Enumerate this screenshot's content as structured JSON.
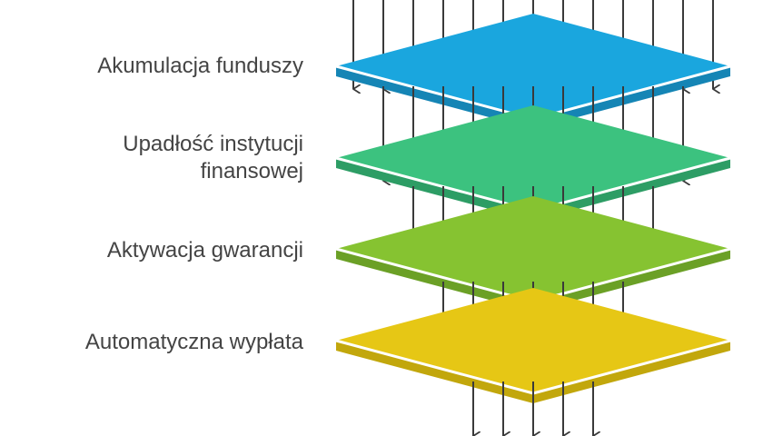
{
  "stages": [
    {
      "label_lines": [
        "Akumulacja funduszy"
      ],
      "color": "#1aa6de",
      "edge_color": "#1585b5",
      "arrows_in": 13
    },
    {
      "label_lines": [
        "Upadłość instytucji",
        "finansowej"
      ],
      "color": "#3cc27f",
      "edge_color": "#2d9d65",
      "arrows_in": 11
    },
    {
      "label_lines": [
        "Aktywacja gwarancji"
      ],
      "color": "#86c331",
      "edge_color": "#6ba026",
      "arrows_in": 9
    },
    {
      "label_lines": [
        "Automatyczna wypłata"
      ],
      "color": "#e6c715",
      "edge_color": "#c2a70c",
      "arrows_in": 7
    }
  ],
  "output_arrows": 5,
  "arrow_color": "#3a3a3a",
  "icon": "arrow-down-icon"
}
